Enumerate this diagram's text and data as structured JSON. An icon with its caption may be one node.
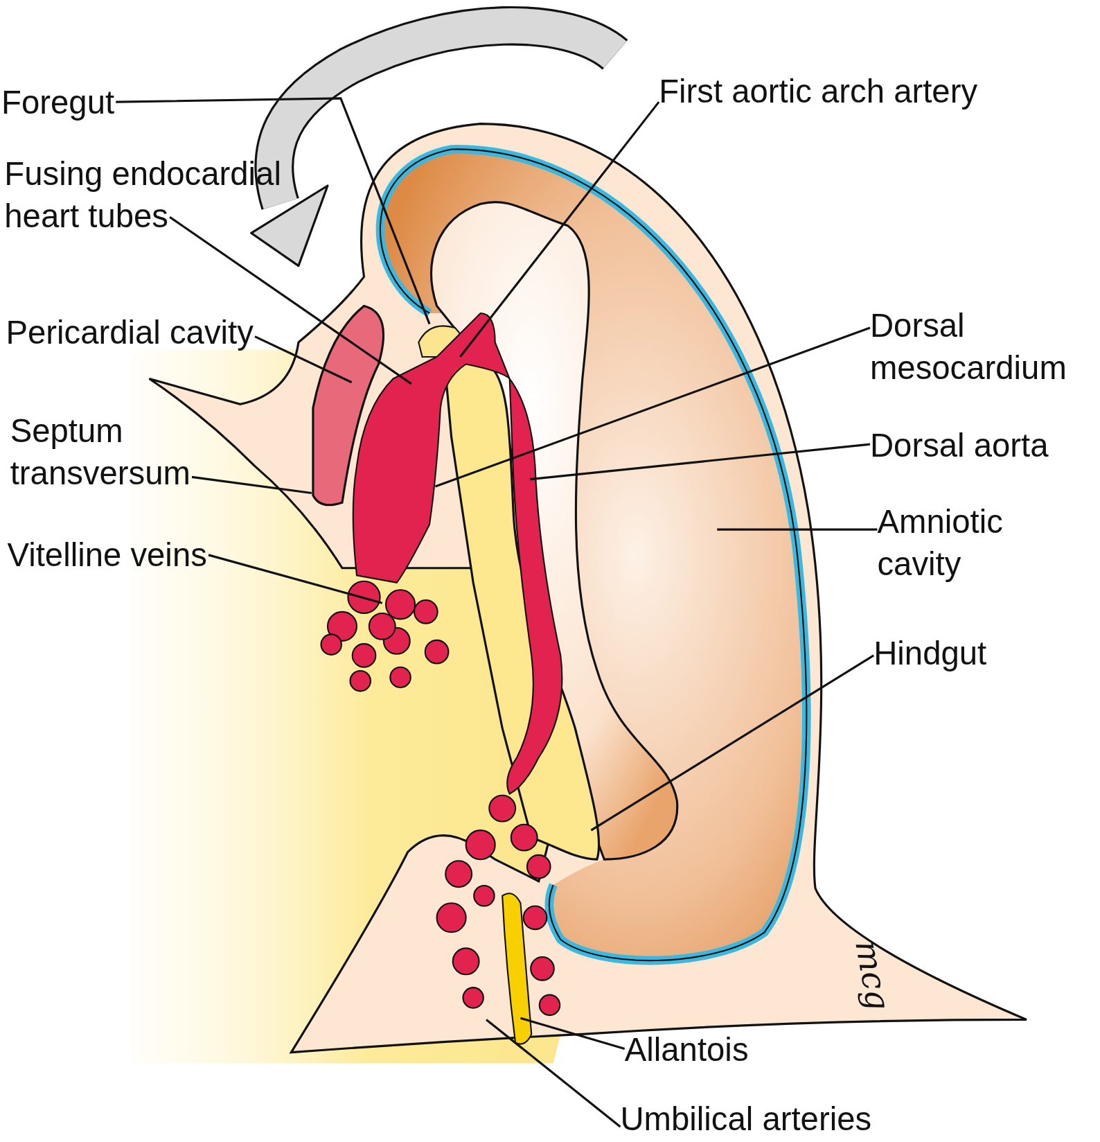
{
  "diagram": {
    "nodes": [
      {
        "text": [
          "Foregut"
        ]
      },
      {
        "text": [
          "First aortic arch artery"
        ]
      },
      {
        "text": [
          "Fusing endocardial heart tubes"
        ]
      },
      {
        "text": [
          "Pericardial cavity"
        ]
      },
      {
        "text": [
          "Dorsal mesocardium"
        ]
      },
      {
        "text": [
          "Septum transversum"
        ]
      },
      {
        "text": [
          "Dorsal aorta"
        ]
      },
      {
        "text": [
          "Amniotic cavity"
        ]
      },
      {
        "text": [
          "Vitelline veins"
        ]
      },
      {
        "text": [
          "Hindgut"
        ]
      },
      {
        "text": [
          "Allantois"
        ]
      },
      {
        "text": [
          "Umbilical arteries"
        ]
      }
    ],
    "edges": [
      {
        "from": 0,
        "to": null,
        "arrow": "none"
      },
      {
        "from": 1,
        "to": null,
        "arrow": "none"
      },
      {
        "from": 2,
        "to": null,
        "arrow": "none"
      },
      {
        "from": 3,
        "to": null,
        "arrow": "none"
      },
      {
        "from": 4,
        "to": null,
        "arrow": "none"
      },
      {
        "from": 5,
        "to": null,
        "arrow": "none"
      },
      {
        "from": 6,
        "to": null,
        "arrow": "none"
      },
      {
        "from": 7,
        "to": null,
        "arrow": "none"
      },
      {
        "from": 8,
        "to": null,
        "arrow": "none"
      },
      {
        "from": 9,
        "to": null,
        "arrow": "none"
      },
      {
        "from": 10,
        "to": null,
        "arrow": "none"
      },
      {
        "from": 11,
        "to": null,
        "arrow": "none"
      }
    ],
    "labels": [
      "mcg"
    ]
  }
}
